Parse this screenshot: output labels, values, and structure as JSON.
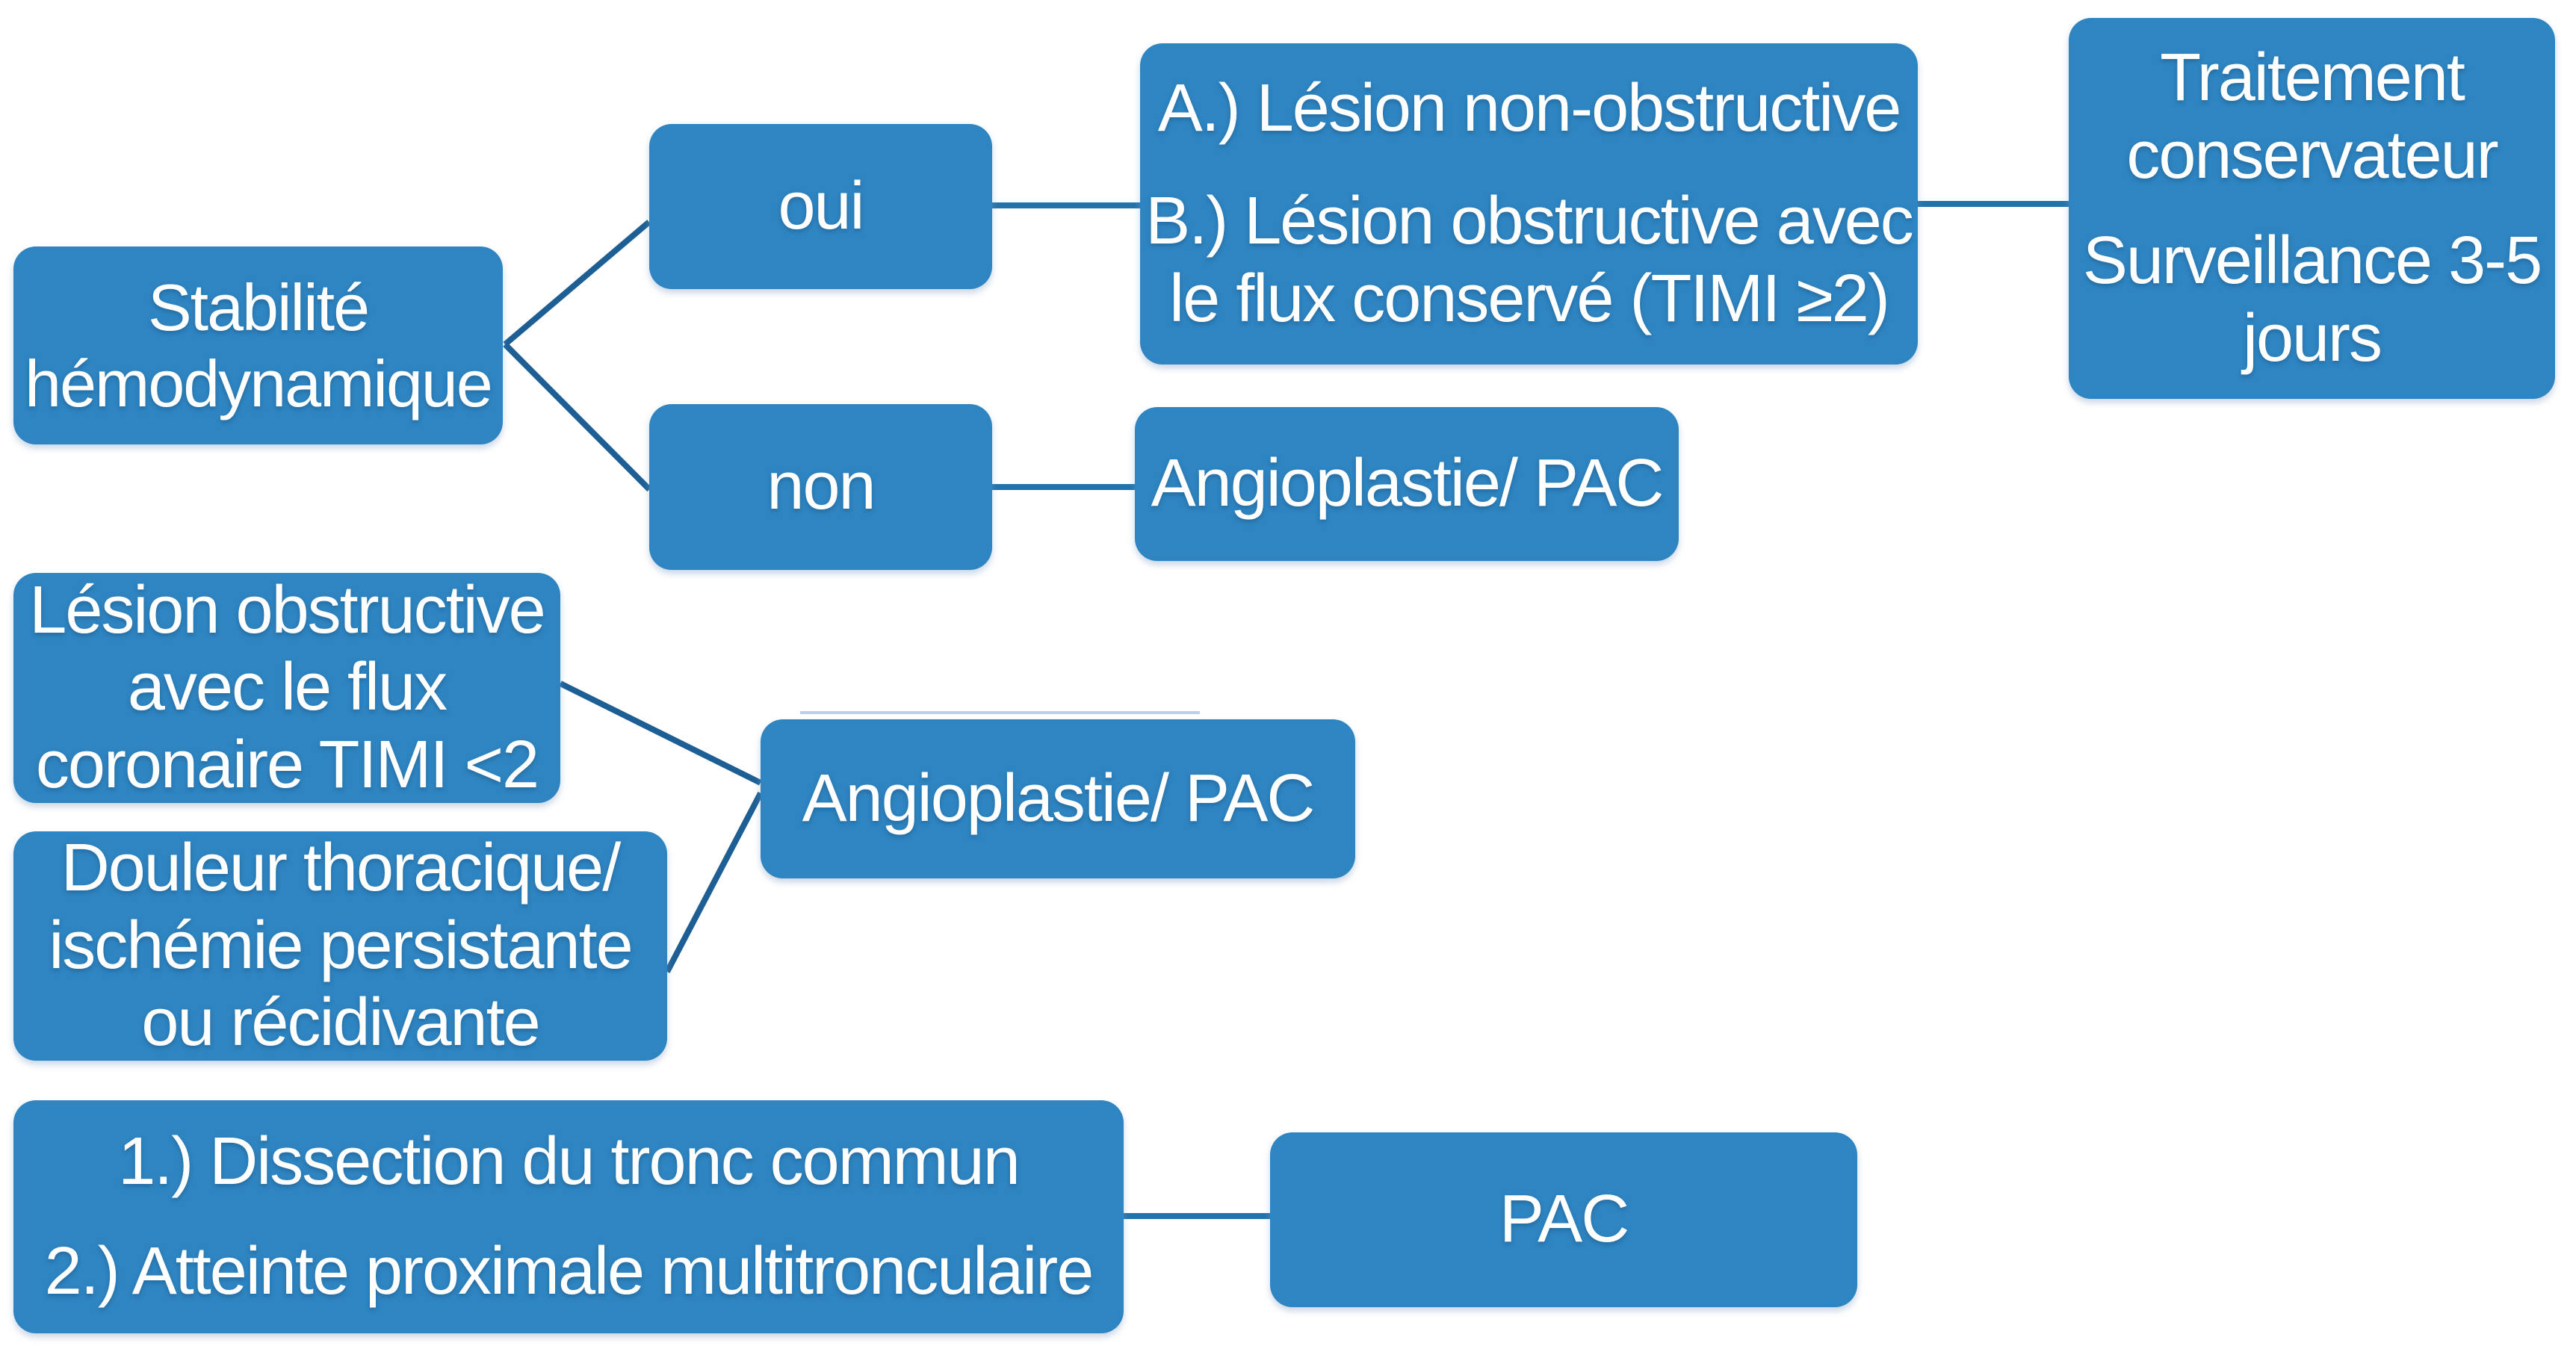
{
  "diagram": {
    "colors": {
      "background": "#ffffff",
      "node_fill": "#2e85c1",
      "node_text": "#ffffff",
      "edge_horizontal": "#2173ae",
      "edge_diagonal": "#1d5f95",
      "artifact_line": "#bcd1e9"
    },
    "nodes": {
      "stabilite": {
        "lines": [
          "Stabilité",
          "hémodynamique"
        ]
      },
      "oui": {
        "label": "oui"
      },
      "non": {
        "label": "non"
      },
      "lesion_ab": {
        "paragraphs": [
          [
            "A.) Lésion non-obstructive"
          ],
          [
            "B.) Lésion obstructive avec",
            "le flux conservé (TIMI ≥2)"
          ]
        ]
      },
      "traitement": {
        "paragraphs": [
          [
            "Traitement",
            "conservateur"
          ],
          [
            "Surveillance 3-5",
            "jours"
          ]
        ]
      },
      "angioplastie_haut": {
        "label": "Angioplastie/ PAC"
      },
      "lesion_timi": {
        "lines": [
          "Lésion obstructive",
          "avec le flux",
          "coronaire TIMI <2"
        ]
      },
      "douleur": {
        "lines": [
          "Douleur thoracique/",
          "ischémie persistante",
          "ou récidivante"
        ]
      },
      "angioplastie_milieu": {
        "label": "Angioplastie/ PAC"
      },
      "dissection": {
        "paragraphs": [
          [
            "1.) Dissection du tronc commun"
          ],
          [
            "2.) Atteinte proximale multitronculaire"
          ]
        ]
      },
      "pac": {
        "label": "PAC"
      }
    },
    "edges": [
      {
        "from": "stabilite",
        "to": "oui"
      },
      {
        "from": "stabilite",
        "to": "non"
      },
      {
        "from": "oui",
        "to": "lesion_ab"
      },
      {
        "from": "lesion_ab",
        "to": "traitement"
      },
      {
        "from": "non",
        "to": "angioplastie_haut"
      },
      {
        "from": "lesion_timi",
        "to": "angioplastie_milieu"
      },
      {
        "from": "douleur",
        "to": "angioplastie_milieu"
      },
      {
        "from": "dissection",
        "to": "pac"
      }
    ]
  }
}
